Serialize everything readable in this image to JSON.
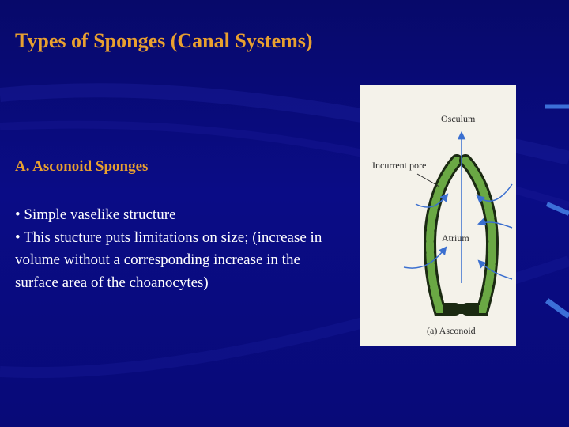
{
  "slide": {
    "title": "Types of Sponges (Canal Systems)",
    "subheading": "A. Asconoid Sponges",
    "bullets": [
      "• Simple vaselike structure",
      "• This stucture puts limitations on size; (increase in volume without a corresponding increase in the surface area of the choanocytes)"
    ]
  },
  "figure": {
    "label_osculum": "Osculum",
    "label_incurrent_pore": "Incurrent pore",
    "label_atrium": "Atrium",
    "caption": "(a) Asconoid"
  },
  "colors": {
    "background": "#0a0c86",
    "title": "#e8a030",
    "body_text": "#ffffff",
    "sponge_wall": "#5a9a3a",
    "arrow": "#3a6fd0"
  }
}
